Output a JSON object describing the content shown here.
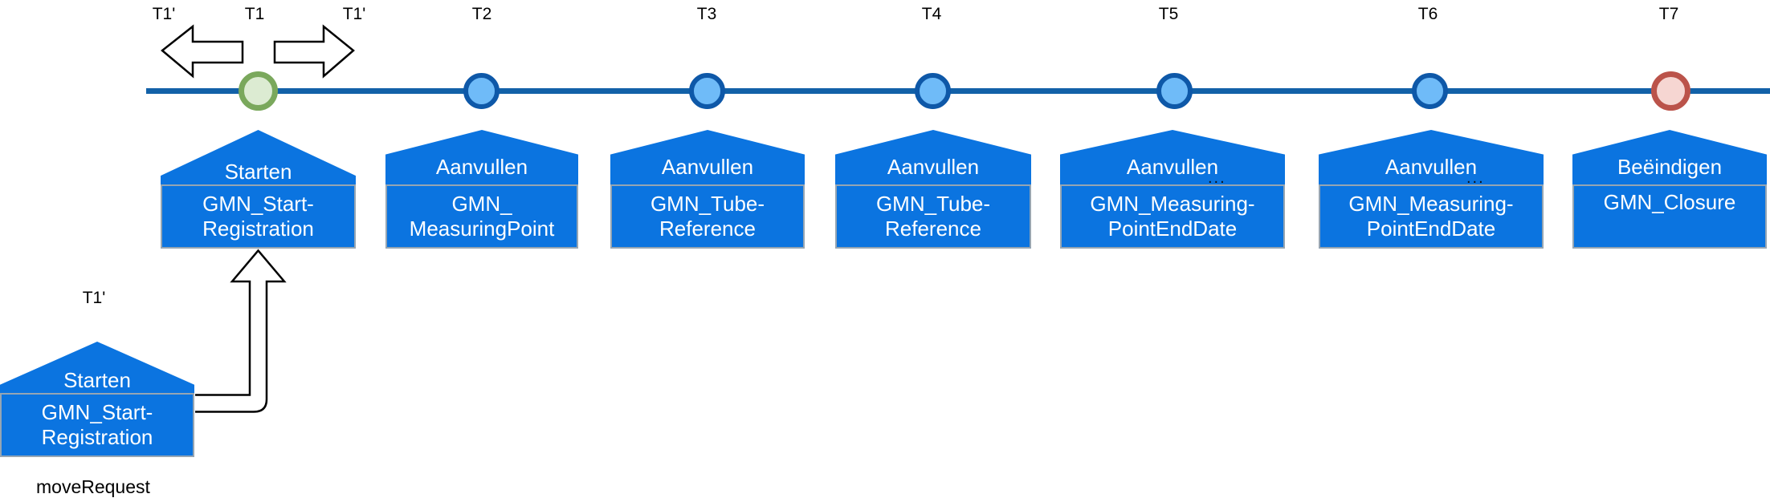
{
  "palette": {
    "box_blue": "#0b74e0",
    "box_border_gray": "#95a5b3",
    "timeline_blue": "#1261a8",
    "circle_blue_fill": "#6fbbf8",
    "circle_blue_border": "#0e58a8",
    "circle_green_fill": "#dcebd2",
    "circle_green_border": "#7aa85c",
    "circle_red_fill": "#f6d6d2",
    "circle_red_border": "#bb534a",
    "arrow_fill": "#ffffff",
    "arrow_outline": "#000000"
  },
  "timeline_labels": [
    {
      "id": "t1-prime-left",
      "text": "T1'"
    },
    {
      "id": "t1",
      "text": "T1"
    },
    {
      "id": "t1-prime-right",
      "text": "T1'"
    },
    {
      "id": "t2",
      "text": "T2"
    },
    {
      "id": "t3",
      "text": "T3"
    },
    {
      "id": "t4",
      "text": "T4"
    },
    {
      "id": "t5",
      "text": "T5"
    },
    {
      "id": "t6",
      "text": "T6"
    },
    {
      "id": "t7",
      "text": "T7"
    }
  ],
  "houses": [
    {
      "id": "t1",
      "roof": "Starten",
      "body": [
        "GMN_Start-",
        "Registration"
      ]
    },
    {
      "id": "t2",
      "roof": "Aanvullen",
      "body": [
        "GMN_",
        "MeasuringPoint"
      ]
    },
    {
      "id": "t3",
      "roof": "Aanvullen",
      "body": [
        "GMN_Tube-",
        "Reference"
      ]
    },
    {
      "id": "t4",
      "roof": "Aanvullen",
      "body": [
        "GMN_Tube-",
        "Reference"
      ]
    },
    {
      "id": "t5",
      "roof": "Aanvullen",
      "dots": "...",
      "body": [
        "GMN_Measuring-",
        "PointEndDate"
      ]
    },
    {
      "id": "t6",
      "roof": "Aanvullen",
      "dots": "...",
      "body": [
        "GMN_Measuring-",
        "PointEndDate"
      ]
    },
    {
      "id": "t7",
      "roof": "Beëindigen",
      "body": [
        "GMN_Closure"
      ]
    }
  ],
  "detached_house": {
    "label": "T1'",
    "roof": "Starten",
    "body": [
      "GMN_Start-",
      "Registration"
    ],
    "caption": "moveRequest"
  }
}
